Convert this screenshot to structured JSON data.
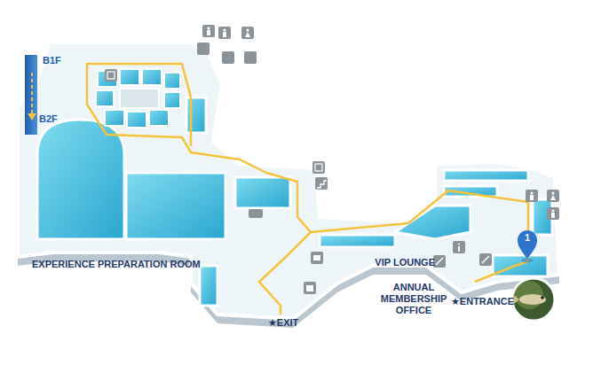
{
  "diagram": {
    "labels": [
      "B1F",
      "B2F",
      "EXPERIENCE PREPARATION ROOM",
      "VIP LOUNGE",
      "ANNUAL MEMBERSHIP OFFICE",
      "★ENTRANCE",
      "★EXIT",
      "1"
    ]
  }
}
